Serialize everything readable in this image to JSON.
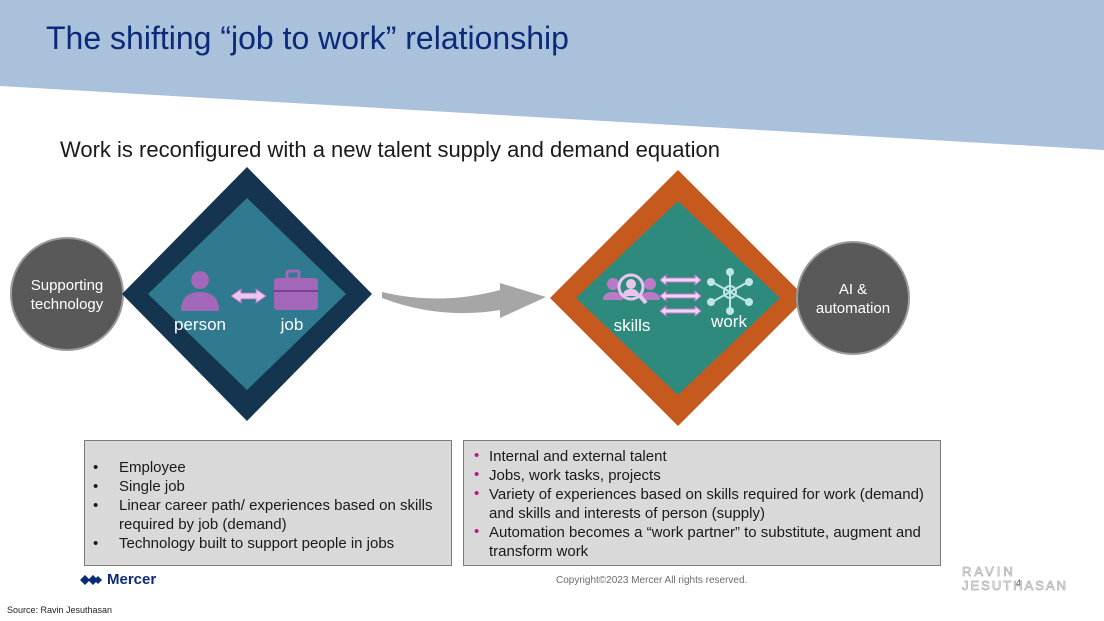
{
  "header": {
    "title": "The shifting “job to work” relationship",
    "banner_color": "#a9c1db",
    "title_color": "#0b2a78"
  },
  "subtitle": "Work is reconfigured with a new talent supply and demand equation",
  "diagram": {
    "left_circle_label_line1": "Supporting",
    "left_circle_label_line2": "technology",
    "left_diamond": {
      "outer_color": "#14344f",
      "inner_color": "#2f7a8e",
      "labels": {
        "person": "person",
        "job": "job"
      },
      "icons": [
        "person-icon",
        "double-arrow-icon",
        "briefcase-icon"
      ]
    },
    "right_diamond": {
      "outer_color": "#c65a1e",
      "inner_color": "#2f8a7e",
      "labels": {
        "skills": "skills",
        "work": "work"
      },
      "icons": [
        "skills-icon",
        "triple-arrows-icon",
        "network-icon"
      ]
    },
    "right_circle_label_line1": "AI &",
    "right_circle_label_line2": "automation",
    "circle_color": "#595959",
    "icon_color": "#c478c8"
  },
  "left_box": {
    "items": [
      "Employee",
      "Single job",
      "Linear career path/ experiences based on skills required by job (demand)",
      "Technology built to support people in jobs"
    ]
  },
  "right_box": {
    "items": [
      "Internal and external talent",
      "Jobs, work tasks, projects",
      "Variety of experiences based on skills required for work (demand) and skills and interests of person (supply)",
      "Automation becomes a “work partner” to substitute, augment and transform work"
    ]
  },
  "footer": {
    "logo_text": "Mercer",
    "copyright": "Copyright©2023 Mercer All rights reserved.",
    "page_number": "4",
    "source": "Source: Ravin Jesuthasan",
    "watermark_line1": "RAVIN",
    "watermark_line2": "JESUTHASAN"
  }
}
